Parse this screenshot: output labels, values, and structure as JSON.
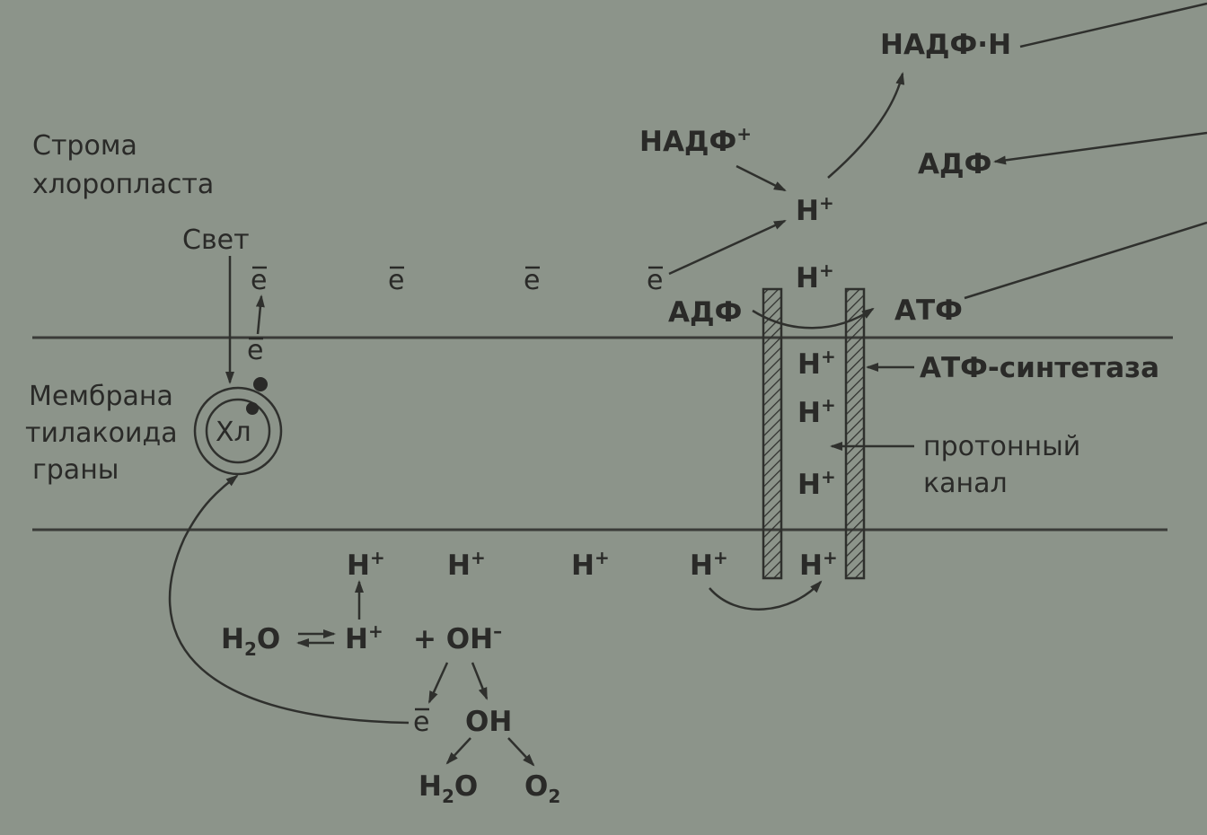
{
  "labels": {
    "stroma_line1": "Строма",
    "stroma_line2": "хлоропласта",
    "light": "Свет",
    "membrane_line1": "Мембрана",
    "membrane_line2": "тилакоида",
    "membrane_line3": "граны",
    "chlorophyll": "Хл",
    "electron": "e",
    "proton": "H",
    "plus": "+",
    "nadp_plus": "НАДФ",
    "nadph": "НАДФ·Н",
    "adp": "АДФ",
    "atp": "АТФ",
    "atp_synthase": "АТФ-синтетаза",
    "proton_channel_line1": "протонный",
    "proton_channel_line2": "канал",
    "water_h": "H",
    "water_sub": "2",
    "water_o": "O",
    "hydroxide": "+ OH",
    "minus": "–",
    "oh": "OH",
    "oxygen": "O"
  }
}
